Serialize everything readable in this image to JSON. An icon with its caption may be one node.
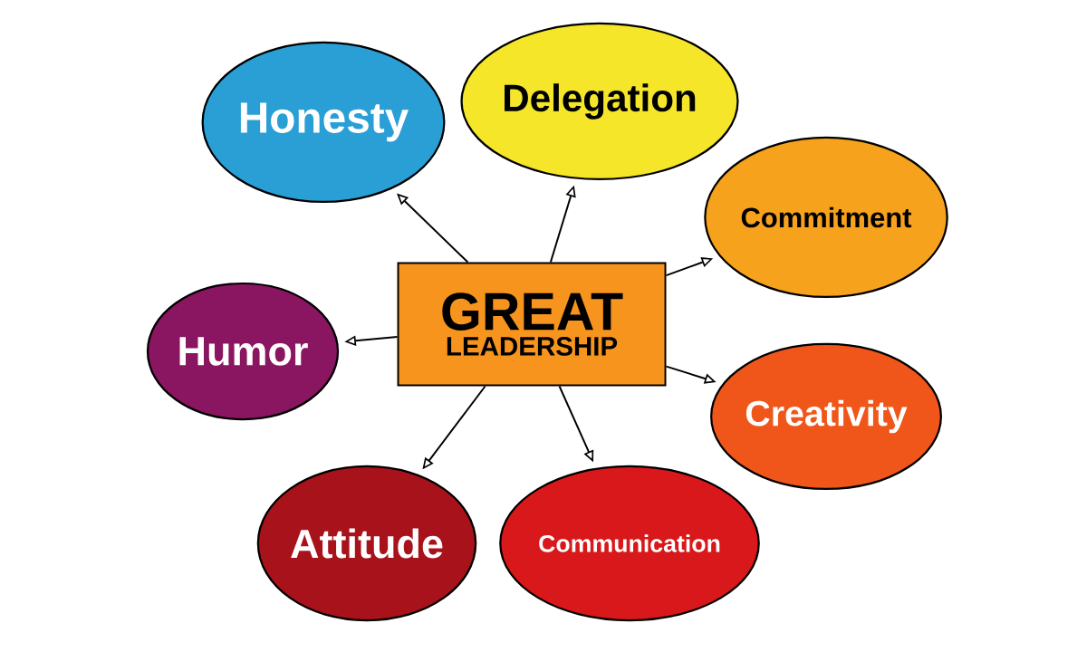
{
  "diagram": {
    "nodes": [
      {
        "text": [
          "GREAT",
          "LEADERSHIP"
        ]
      },
      {
        "text": [
          "Honesty"
        ]
      },
      {
        "text": [
          "Delegation"
        ]
      },
      {
        "text": [
          "Commitment"
        ]
      },
      {
        "text": [
          "Creativity"
        ]
      },
      {
        "text": [
          "Communication"
        ]
      },
      {
        "text": [
          "Attitude"
        ]
      },
      {
        "text": [
          "Humor"
        ]
      }
    ],
    "edges": [
      {
        "from": 0,
        "to": 1,
        "arrow": "to"
      },
      {
        "from": 0,
        "to": 2,
        "arrow": "to"
      },
      {
        "from": 0,
        "to": 3,
        "arrow": "to"
      },
      {
        "from": 0,
        "to": 4,
        "arrow": "to"
      },
      {
        "from": 0,
        "to": 5,
        "arrow": "to"
      },
      {
        "from": 0,
        "to": 6,
        "arrow": "to"
      },
      {
        "from": 0,
        "to": 7,
        "arrow": "to"
      }
    ]
  }
}
